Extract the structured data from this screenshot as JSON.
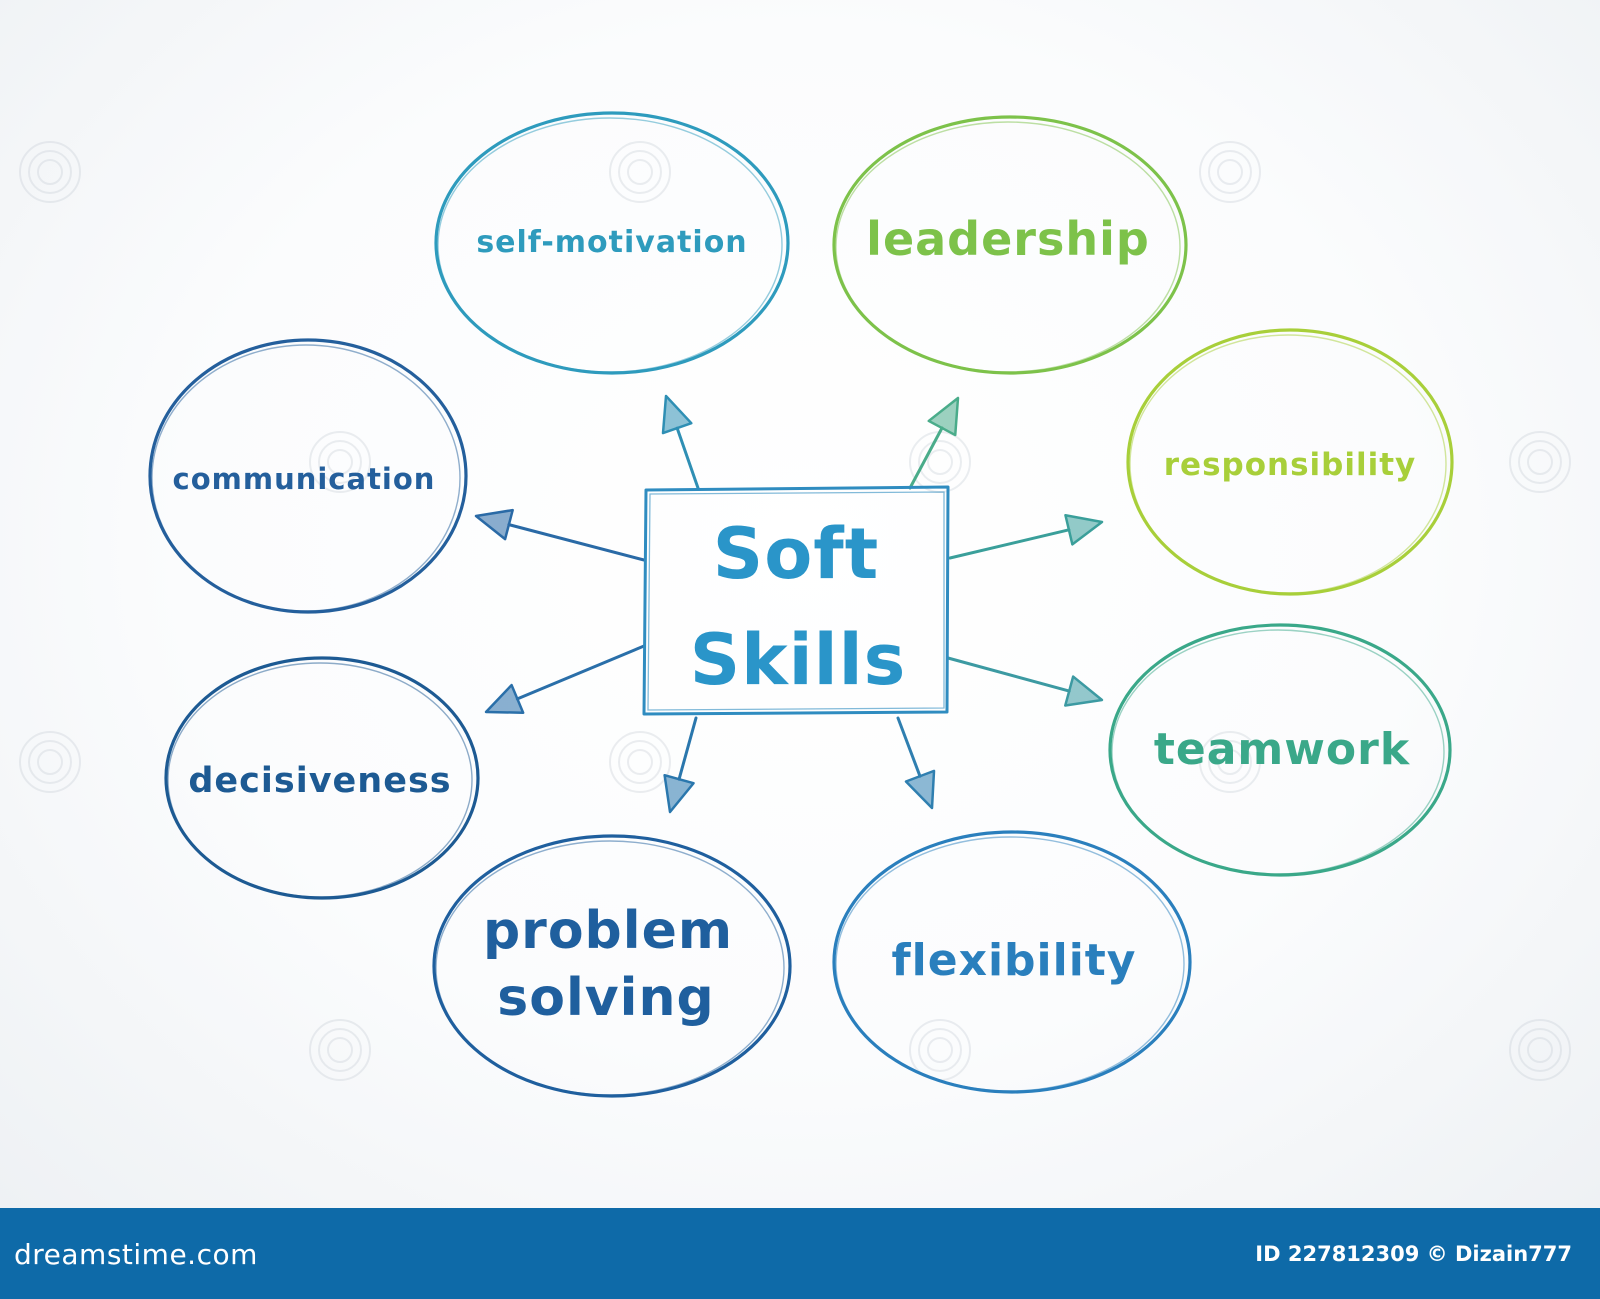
{
  "diagram": {
    "center": {
      "lines": [
        "Soft",
        "Skills"
      ],
      "color": "#2a95c9"
    },
    "nodes": [
      {
        "id": "self-motivation",
        "label": "self-motivation",
        "color": "#2e9bbd"
      },
      {
        "id": "leadership",
        "label": "leadership",
        "color": "#7dc24a"
      },
      {
        "id": "responsibility",
        "label": "responsibility",
        "color": "#a8cf3a"
      },
      {
        "id": "teamwork",
        "label": "teamwork",
        "color": "#3aa889"
      },
      {
        "id": "flexibility",
        "label": "flexibility",
        "color": "#2a7fbd"
      },
      {
        "id": "problem-solving",
        "lines": [
          "problem",
          "solving"
        ],
        "color": "#1f5f9e"
      },
      {
        "id": "decisiveness",
        "label": "decisiveness",
        "color": "#1d5a93"
      },
      {
        "id": "communication",
        "label": "communication",
        "color": "#245f9c"
      }
    ],
    "arrow_colors": {
      "self-motivation": "#2f8fb4",
      "leadership": "#4aac8a",
      "responsibility": "#3a9f9a",
      "teamwork": "#3c9aa2",
      "flexibility": "#2f7fb0",
      "problem-solving": "#2a77ad",
      "decisiveness": "#2a6fa9",
      "communication": "#2a6aa6"
    }
  },
  "watermark": {
    "text": "dreamstime.com"
  },
  "footer": {
    "site": "dreamstime.com",
    "credit": "ID 227812309 © Dizain777",
    "background": "#0e6aa8"
  }
}
